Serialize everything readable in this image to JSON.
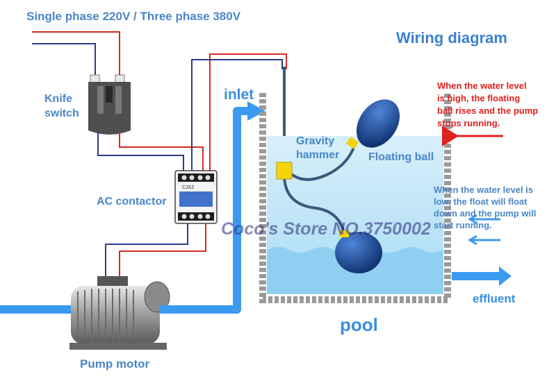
{
  "power_label": "Single phase 220V  / Three phase 380V",
  "title": "Wiring diagram",
  "knife_switch": [
    "Knife",
    "switch"
  ],
  "ac_contactor": "AC contactor",
  "contactor_badge": "CJX2",
  "inlet": "inlet",
  "gravity_hammer": [
    "Gravity",
    "hammer"
  ],
  "floating_ball": "Floating ball",
  "note_high": [
    "When the water level",
    "is high, the floating",
    "ball rises and the pump",
    "stops running."
  ],
  "note_low": [
    "When the water level is",
    "low, the float will float",
    "down and the pump will",
    "start running."
  ],
  "effluent": "effluent",
  "pool": "pool",
  "pump_motor": "Pump motor",
  "watermark": "Coco's Store NO.3750002",
  "colors": {
    "wire_red": "#d42a22",
    "wire_blue": "#2a3a8c",
    "pipe_blue": "#3a9af0",
    "water": "#bfe4f7",
    "tank_wall": "#9a9a9a",
    "float_ball": "#1d4f9e",
    "hammer_yellow": "#f5d40c",
    "text_blue": "#4a86c8",
    "text_red": "#e0201c"
  }
}
